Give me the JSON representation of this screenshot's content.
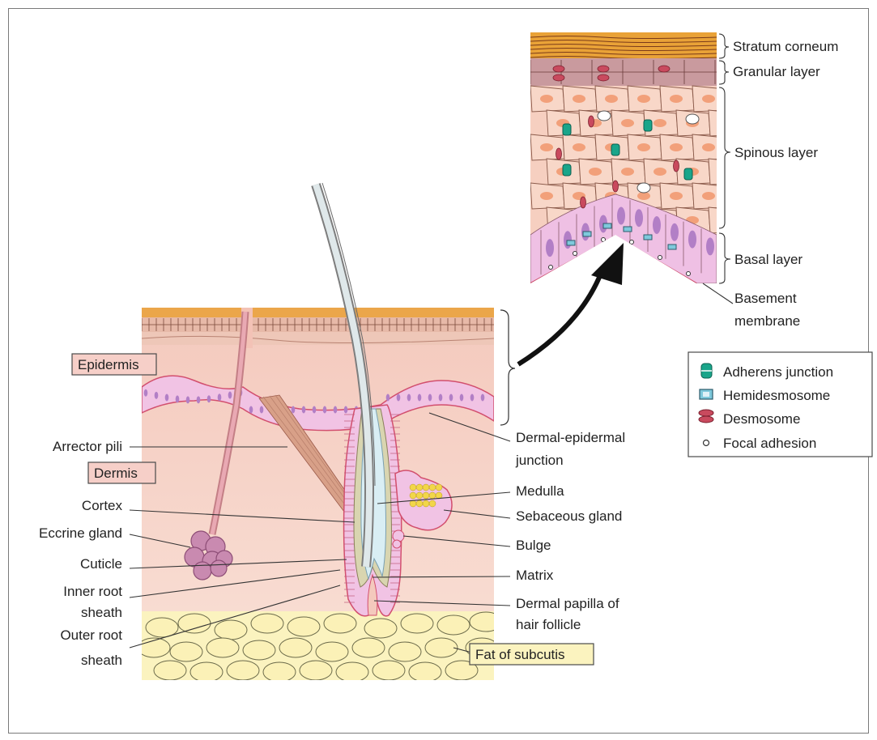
{
  "colors": {
    "epidermis_fill": "#f3c2b6",
    "dermis_fill": "#f7d4c8",
    "fat_fill": "#fbf3bf",
    "stratum_corneum": "#e8a032",
    "basal_cell": "#f0c6e6",
    "nucleus": "#b27fc6",
    "adherens": "#1aa58a",
    "hemidesmosome": "#7fc9dc",
    "desmosome": "#c94a5e",
    "arrow": "#111111"
  },
  "labels": {
    "epidermis": "Epidermis",
    "dermis": "Dermis",
    "arrector_pili": "Arrector pili",
    "cortex": "Cortex",
    "eccrine_gland": "Eccrine gland",
    "cuticle": "Cuticle",
    "inner_root_1": "Inner root",
    "inner_root_2": "sheath",
    "outer_root_1": "Outer root",
    "outer_root_2": "sheath",
    "dej_1": "Dermal-epidermal",
    "dej_2": "junction",
    "medulla": "Medulla",
    "sebaceous": "Sebaceous gland",
    "bulge": "Bulge",
    "matrix": "Matrix",
    "papilla_1": "Dermal papilla of",
    "papilla_2": "hair follicle",
    "fat": "Fat of subcutis",
    "stratum_corneum": "Stratum corneum",
    "granular": "Granular layer",
    "spinous": "Spinous layer",
    "basal": "Basal layer",
    "basement_1": "Basement",
    "basement_2": "membrane"
  },
  "legend": {
    "items": [
      {
        "label": "Adherens junction",
        "icon": "adherens-junction-icon"
      },
      {
        "label": "Hemidesmosome",
        "icon": "hemidesmosome-icon"
      },
      {
        "label": "Desmosome",
        "icon": "desmosome-icon"
      },
      {
        "label": "Focal adhesion",
        "icon": "focal-adhesion-icon"
      }
    ]
  }
}
